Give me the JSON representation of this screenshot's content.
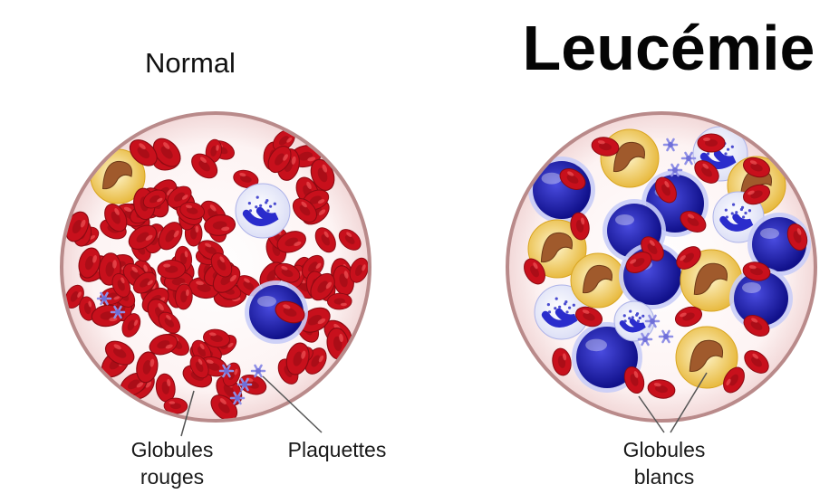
{
  "normal_panel": {
    "title": "Normal",
    "labels": {
      "red_cells_line1": "Globules",
      "red_cells_line2": "rouges",
      "platelets": "Plaquettes"
    }
  },
  "leukemia_panel": {
    "title": "Leucémie",
    "labels": {
      "white_cells_line1": "Globules",
      "white_cells_line2": "blancs"
    }
  },
  "colors": {
    "red_cell": "#c8101c",
    "red_cell_center": "#9e0d16",
    "lymphocyte": "#1d1fb8",
    "neutrophil_halo": "#f2c94c",
    "neutrophil_nucleus": "#a05a2c",
    "platelet": "#8f8fe6",
    "vessel_rim": "#b98a8a",
    "vessel_fill": "#fbeaea"
  }
}
